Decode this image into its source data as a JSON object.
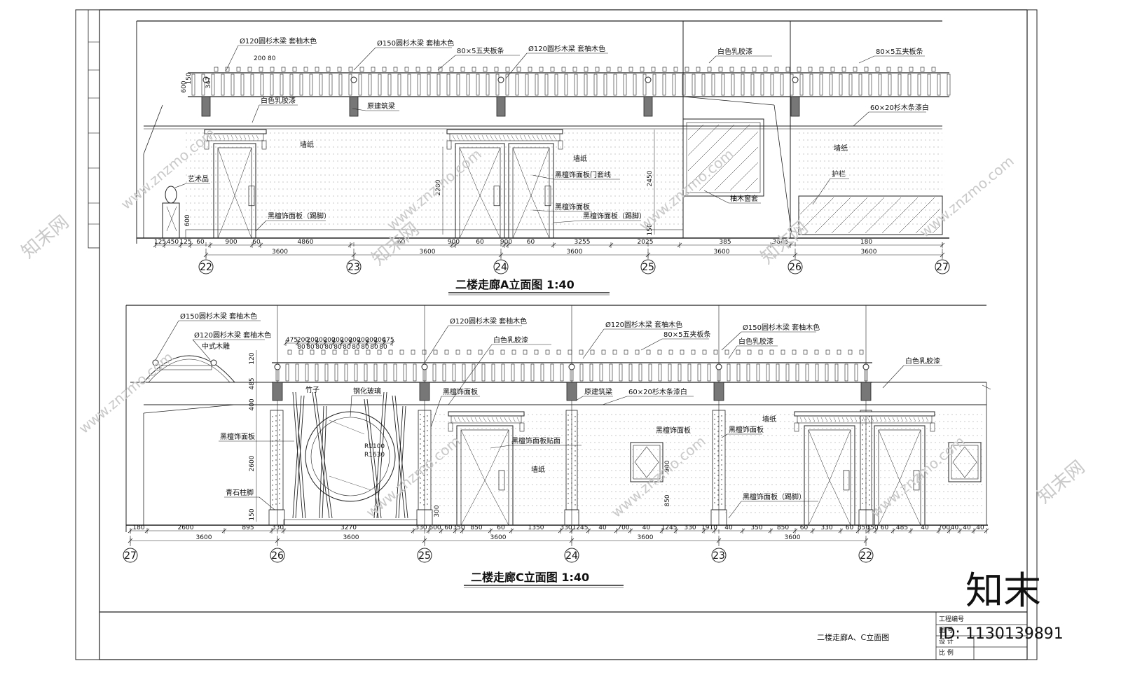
{
  "drawing": {
    "a": {
      "title": "二楼走廊A立面图  1:40",
      "axes": [
        "22",
        "23",
        "24",
        "25",
        "26",
        "27"
      ],
      "axis_dims": [
        "3600",
        "3600",
        "3600",
        "3600",
        "3600"
      ],
      "sub_dims": [
        "125",
        "450",
        "125",
        "60",
        "900",
        "60",
        "4860",
        "60",
        "900",
        "60",
        "900",
        "60",
        "3255",
        "2025",
        "385",
        "3645",
        "180"
      ],
      "labels": [
        "Ø120圆杉木梁  套柚木色",
        "Ø150圆杉木梁  套柚木色",
        "80×5五夹板条",
        "Ø120圆杉木梁  套柚木色",
        "白色乳胶漆",
        "80×5五夹板条",
        "白色乳胶漆",
        "原建筑梁",
        "60×20杉木条漆白",
        "墙纸",
        "墙纸",
        "墙纸",
        "黑檀饰面板门套线",
        "黑檀饰面板",
        "黑檀饰面板（踢脚）",
        "黑檀饰面板（踢脚）",
        "艺术品",
        "柚木窗套",
        "护栏"
      ],
      "vdims": [
        "150",
        "200",
        "80",
        "347",
        "600",
        "2200",
        "2450",
        "600",
        "150"
      ]
    },
    "c": {
      "title": "二楼走廊C立面图  1:40",
      "axes": [
        "27",
        "26",
        "25",
        "24",
        "23",
        "22"
      ],
      "axis_dims": [
        "3600",
        "3600",
        "3600",
        "3600",
        "3600"
      ],
      "sub_dims": [
        "180",
        "2600",
        "895",
        "330",
        "3270",
        "330",
        "600",
        "60",
        "350",
        "850",
        "60",
        "1350",
        "330",
        "1245",
        "40",
        "700",
        "40",
        "1245",
        "330",
        "1910",
        "40",
        "350",
        "850",
        "60",
        "330",
        "60",
        "850",
        "350",
        "60",
        "485",
        "40",
        "700",
        "40",
        "40",
        "40"
      ],
      "top_dims": [
        "475",
        "200",
        "200",
        "200",
        "200",
        "200",
        "200",
        "200",
        "200",
        "200",
        "200",
        "475",
        "80",
        "80",
        "80",
        "80",
        "80",
        "80",
        "80",
        "80",
        "80",
        "80"
      ],
      "labels": [
        "Ø150圆杉木梁  套柚木色",
        "Ø120圆杉木梁  套柚木色",
        "中式木雕",
        "Ø120圆杉木梁  套柚木色",
        "白色乳胶漆",
        "Ø120圆杉木梁  套柚木色",
        "80×5五夹板条",
        "Ø150圆杉木梁  套柚木色",
        "白色乳胶漆",
        "白色乳胶漆",
        "竹子",
        "钢化玻璃",
        "黑檀饰面板",
        "原建筑梁",
        "60×20杉木条漆白",
        "黑檀饰面板",
        "黑檀饰面板贴面",
        "墙纸",
        "黑檀饰面板",
        "黑檀饰面板",
        "墙纸",
        "青石柱脚",
        "黑檀饰面板（踢脚）",
        "R1100",
        "R1630"
      ],
      "vdims": [
        "120",
        "485",
        "400",
        "2600",
        "850",
        "900",
        "150",
        "300"
      ]
    },
    "title_block": {
      "project_no_label": "工程编号",
      "drawing_name": "二楼走廊A、C立面图",
      "rows": [
        "图  号",
        "设  计",
        "比  例"
      ]
    },
    "watermark": {
      "brand": "知末",
      "site": "www.znzmo.com",
      "id": "ID: 1130139891",
      "cn": "知末网"
    }
  }
}
